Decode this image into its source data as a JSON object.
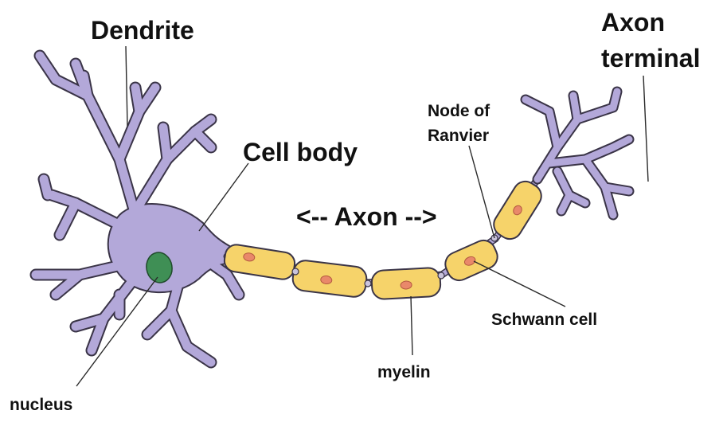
{
  "labels": {
    "dendrite": "Dendrite",
    "axon_terminal_line1": "Axon",
    "axon_terminal_line2": "terminal",
    "cell_body": "Cell body",
    "axon": "<-- Axon -->",
    "node_of_ranvier_line1": "Node of",
    "node_of_ranvier_line2": "Ranvier",
    "schwann_cell": "Schwann cell",
    "myelin": "myelin",
    "nucleus": "nucleus"
  },
  "colors": {
    "neuron": "#b3a8d9",
    "myelin": "#f6d36a",
    "nucleus": "#3f8f55",
    "schwann_nucleus": "#e9886a",
    "outline": "#3a3447"
  }
}
